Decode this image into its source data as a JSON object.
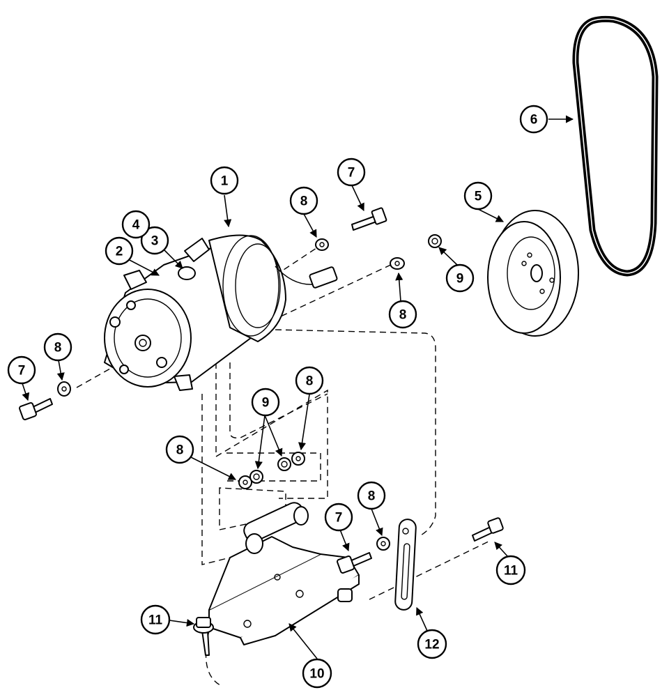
{
  "diagram": {
    "callouts": [
      {
        "id": "c1",
        "label": "1"
      },
      {
        "id": "c2",
        "label": "2"
      },
      {
        "id": "c3",
        "label": "3"
      },
      {
        "id": "c4",
        "label": "4"
      },
      {
        "id": "c5",
        "label": "5"
      },
      {
        "id": "c6",
        "label": "6"
      },
      {
        "id": "c7a",
        "label": "7"
      },
      {
        "id": "c7b",
        "label": "7"
      },
      {
        "id": "c7c",
        "label": "7"
      },
      {
        "id": "c8a",
        "label": "8"
      },
      {
        "id": "c8b",
        "label": "8"
      },
      {
        "id": "c8c",
        "label": "8"
      },
      {
        "id": "c8d",
        "label": "8"
      },
      {
        "id": "c8e",
        "label": "8"
      },
      {
        "id": "c8f",
        "label": "8"
      },
      {
        "id": "c9a",
        "label": "9"
      },
      {
        "id": "c9b",
        "label": "9"
      },
      {
        "id": "c10",
        "label": "10"
      },
      {
        "id": "c11a",
        "label": "11"
      },
      {
        "id": "c11b",
        "label": "11"
      },
      {
        "id": "c12",
        "label": "12"
      }
    ]
  }
}
